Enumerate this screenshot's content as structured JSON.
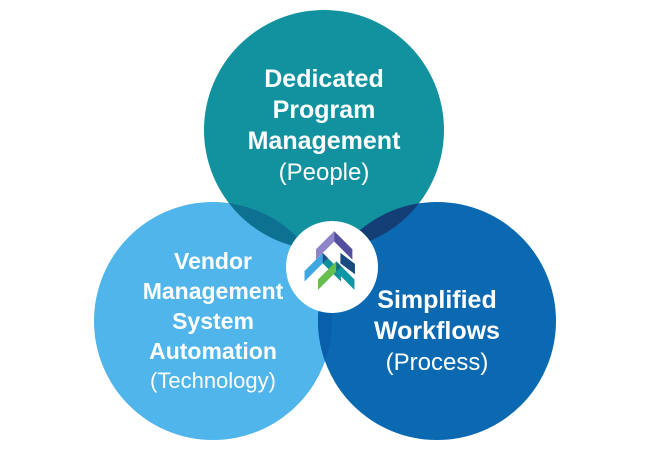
{
  "venn": {
    "background": "#FFFFFF",
    "text_color": "#FFFFFF",
    "colors": {
      "people_circle": "#11929E",
      "technology_circle": "#4FB5EA",
      "process_circle": "#0B69B2",
      "overlap_people_technology": "#0D7292",
      "overlap_people_process": "#143F76",
      "overlap_technology_process": "#0A5FAC",
      "center_badge": "#FFFFFF"
    },
    "circles": {
      "people": {
        "line1": "Dedicated",
        "line2": "Program",
        "line3": "Management",
        "subtitle": "(People)"
      },
      "technology": {
        "line1": "Vendor",
        "line2": "Management",
        "line3": "System",
        "line4": "Automation",
        "subtitle": "(Technology)"
      },
      "process": {
        "line1": "Simplified",
        "line2": "Workflows",
        "subtitle": "(Process)"
      }
    },
    "logo": {
      "name": "brand-chevron-logo",
      "colors": {
        "lavender": "#8E85C8",
        "purple": "#544E9F",
        "light_blue": "#3EA7E1",
        "teal": "#108F9C",
        "navy": "#1A4B80",
        "fold_blue": "#22508F",
        "green": "#66BE4F",
        "teal_bright": "#0D98A5",
        "fold_teal": "#156D77"
      }
    }
  }
}
